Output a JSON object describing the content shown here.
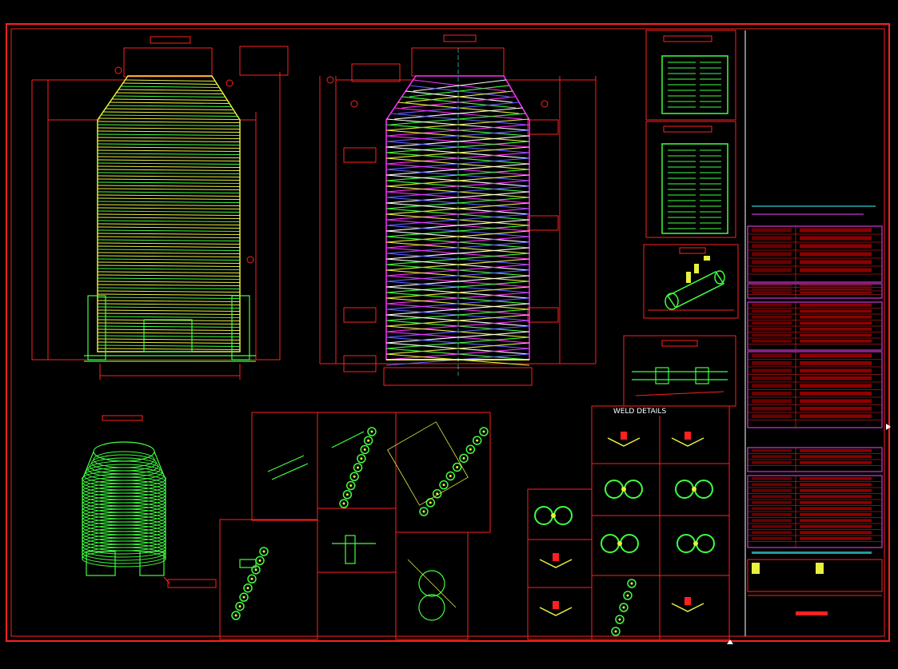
{
  "drawing": {
    "weld_details_title": "WELD DETAILS",
    "colors": {
      "background": "#000000",
      "frame": "#ff2020",
      "coil_yellow": "#e8f040",
      "coil_green": "#40ff40",
      "coil_magenta": "#ff30ff",
      "coil_blue": "#6060ff",
      "coil_white": "#ffffff",
      "dimension": "#ff2020",
      "title_block_fill": "#b00000",
      "note_cyan": "#40ffff",
      "accent_magenta": "#ff40ff"
    },
    "icons": {
      "elevation_view": "coil-vessel-elevation",
      "section_view": "coil-vessel-section",
      "isometric_view": "coil-vessel-isometric",
      "nameplates": "nameplate-icon",
      "nozzle_detail": "nozzle-pipe-icon",
      "weld_symbols": "weld-joint-icon"
    }
  }
}
